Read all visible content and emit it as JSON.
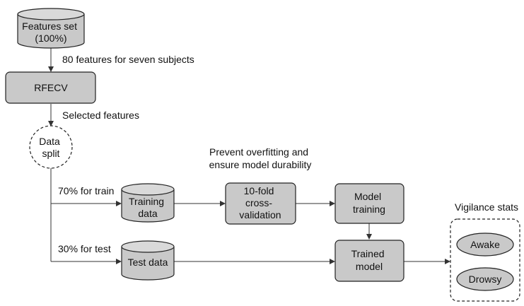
{
  "nodes": {
    "features_set": [
      "Features set",
      "(100%)"
    ],
    "rfecv": [
      "RFECV"
    ],
    "data_split": [
      "Data",
      "split"
    ],
    "training_data": [
      "Training",
      "data"
    ],
    "cross_validation": [
      "10-fold",
      "cross-",
      "validation"
    ],
    "model_training": [
      "Model",
      "training"
    ],
    "test_data": [
      "Test data"
    ],
    "trained_model": [
      "Trained",
      "model"
    ],
    "awake": [
      "Awake"
    ],
    "drowsy": [
      "Drowsy"
    ]
  },
  "labels": {
    "features_count": "80 features for seven subjects",
    "selected_features": "Selected features",
    "overfitting_note": [
      "Prevent overfitting and",
      "ensure model durability"
    ],
    "train_split": "70% for train",
    "test_split": "30% for test",
    "vigilance_stats": "Vigilance stats"
  },
  "colors": {
    "node_fill": "#c9c9c9",
    "cylinder_top": "#d9d9d9",
    "stroke": "#222222"
  }
}
